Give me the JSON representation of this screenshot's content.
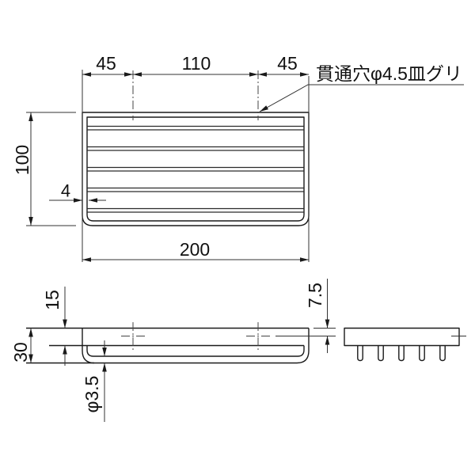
{
  "colors": {
    "line": "#1a1a1a",
    "background": "#ffffff"
  },
  "annotation": {
    "through_hole": "貫通穴φ4.5皿グリ"
  },
  "top_view": {
    "dim_left": "45",
    "dim_center": "110",
    "dim_right": "45",
    "dim_height": "100",
    "dim_wall": "4",
    "dim_length": "200"
  },
  "side_view": {
    "dim_band": "15",
    "dim_total_height": "30",
    "dim_hole_depth": "7.5",
    "dim_wire_dia": "φ3.5"
  }
}
